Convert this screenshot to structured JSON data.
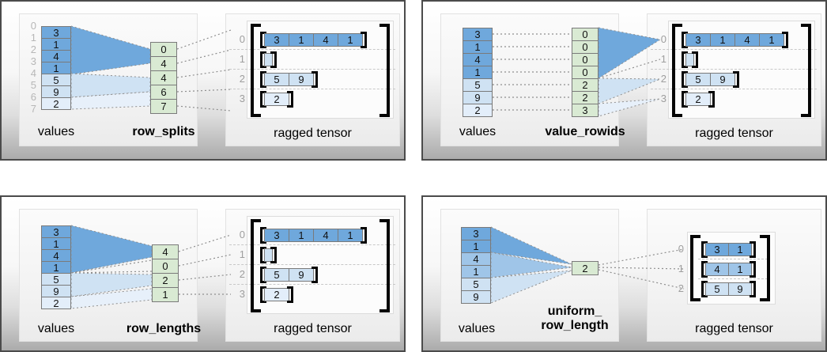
{
  "labels": {
    "values": "values",
    "ragged_tensor": "ragged tensor"
  },
  "colors": {
    "medium_blue": "#6fa8dc",
    "medium_light_blue": "#9fc5e8",
    "light_blue": "#cfe2f3",
    "pale_blue": "#e3eefa",
    "param_green": "#d9ead3",
    "cell_border": "#7a7a7a",
    "index_gray": "#b7b7b7",
    "bracket_black": "#050505"
  },
  "quadrants": [
    {
      "name": "row_splits",
      "param_label": "row_splits",
      "values": [
        "3",
        "1",
        "4",
        "1",
        "5",
        "9",
        "2"
      ],
      "value_indices": [
        "0",
        "1",
        "2",
        "3",
        "4",
        "5",
        "6",
        "7"
      ],
      "param": [
        "0",
        "4",
        "4",
        "6",
        "7"
      ],
      "tensor": {
        "row_labels": [
          "0",
          "1",
          "2",
          "3"
        ],
        "rows": [
          [
            "3",
            "1",
            "4",
            "1"
          ],
          [],
          [
            "5",
            "9"
          ],
          [
            "2"
          ]
        ]
      }
    },
    {
      "name": "value_rowids",
      "param_label": "value_rowids",
      "values": [
        "3",
        "1",
        "4",
        "1",
        "5",
        "9",
        "2"
      ],
      "param": [
        "0",
        "0",
        "0",
        "0",
        "2",
        "2",
        "3"
      ],
      "tensor": {
        "row_labels": [
          "0",
          "1",
          "2",
          "3"
        ],
        "rows": [
          [
            "3",
            "1",
            "4",
            "1"
          ],
          [],
          [
            "5",
            "9"
          ],
          [
            "2"
          ]
        ]
      }
    },
    {
      "name": "row_lengths",
      "param_label": "row_lengths",
      "values": [
        "3",
        "1",
        "4",
        "1",
        "5",
        "9",
        "2"
      ],
      "param": [
        "4",
        "0",
        "2",
        "1"
      ],
      "tensor": {
        "row_labels": [
          "0",
          "1",
          "2",
          "3"
        ],
        "rows": [
          [
            "3",
            "1",
            "4",
            "1"
          ],
          [],
          [
            "5",
            "9"
          ],
          [
            "2"
          ]
        ]
      }
    },
    {
      "name": "uniform_row_length",
      "param_label_line1": "uniform_",
      "param_label_line2": "row_length",
      "values": [
        "3",
        "1",
        "4",
        "1",
        "5",
        "9"
      ],
      "param": [
        "2"
      ],
      "tensor": {
        "row_labels": [
          "0",
          "1",
          "2"
        ],
        "rows": [
          [
            "3",
            "1"
          ],
          [
            "4",
            "1"
          ],
          [
            "5",
            "9"
          ]
        ]
      }
    }
  ]
}
